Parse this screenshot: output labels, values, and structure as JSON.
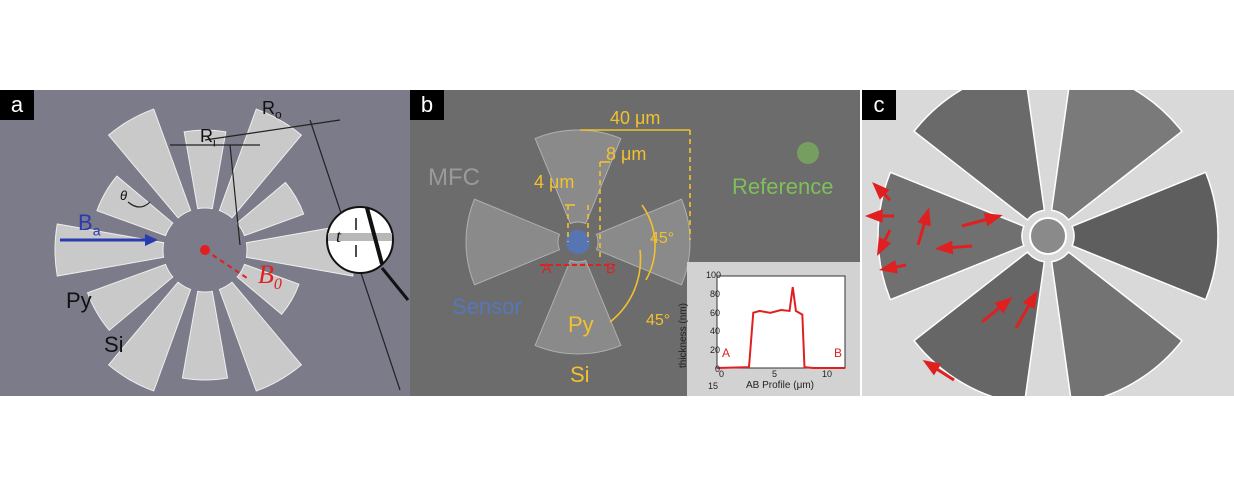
{
  "panels": {
    "a": {
      "tag": "a",
      "labels": {
        "ro": "R",
        "ro_sub": "o",
        "ri": "R",
        "ri_sub": "i",
        "theta": "θ",
        "ba": "B",
        "ba_sub": "a",
        "b0": "B",
        "b0_sub": "0",
        "t": "t",
        "py": "Py",
        "si": "Si"
      }
    },
    "b": {
      "tag": "b",
      "labels": {
        "dim40": "40 μm",
        "dim8": "8 μm",
        "dim4": "4 μm",
        "mfc": "MFC",
        "reference": "Reference",
        "sensor": "Sensor",
        "angle1": "45°",
        "angle2": "45°",
        "point_a": "A",
        "point_b": "B",
        "py": "Py",
        "si": "Si"
      },
      "inset": {
        "ylabel": "thickness (nm)",
        "xlabel": "AB Profile (μm)",
        "yticks": [
          "100",
          "80",
          "60",
          "40",
          "20",
          "0"
        ],
        "xticks": [
          "0",
          "5",
          "10",
          "15"
        ],
        "marker_a": "A",
        "marker_b": "B"
      }
    },
    "c": {
      "tag": "c"
    }
  },
  "colors": {
    "yellow": "#f2c12e",
    "red": "#e02020",
    "blue": "#2a3bb0",
    "sensor": "#5577bb",
    "reference": "#7fbf5a"
  },
  "chart_data": {
    "type": "line",
    "title": "",
    "xlabel": "AB Profile (μm)",
    "ylabel": "thickness (nm)",
    "xlim": [
      0,
      12
    ],
    "ylim": [
      0,
      100
    ],
    "series": [
      {
        "x": [
          0,
          3,
          3.4,
          4,
          5,
          6,
          6.8,
          7.1,
          7.4,
          8,
          8.2,
          9,
          12
        ],
        "values": [
          0,
          1,
          60,
          62,
          60,
          63,
          62,
          88,
          62,
          58,
          1,
          0,
          0
        ]
      }
    ]
  }
}
